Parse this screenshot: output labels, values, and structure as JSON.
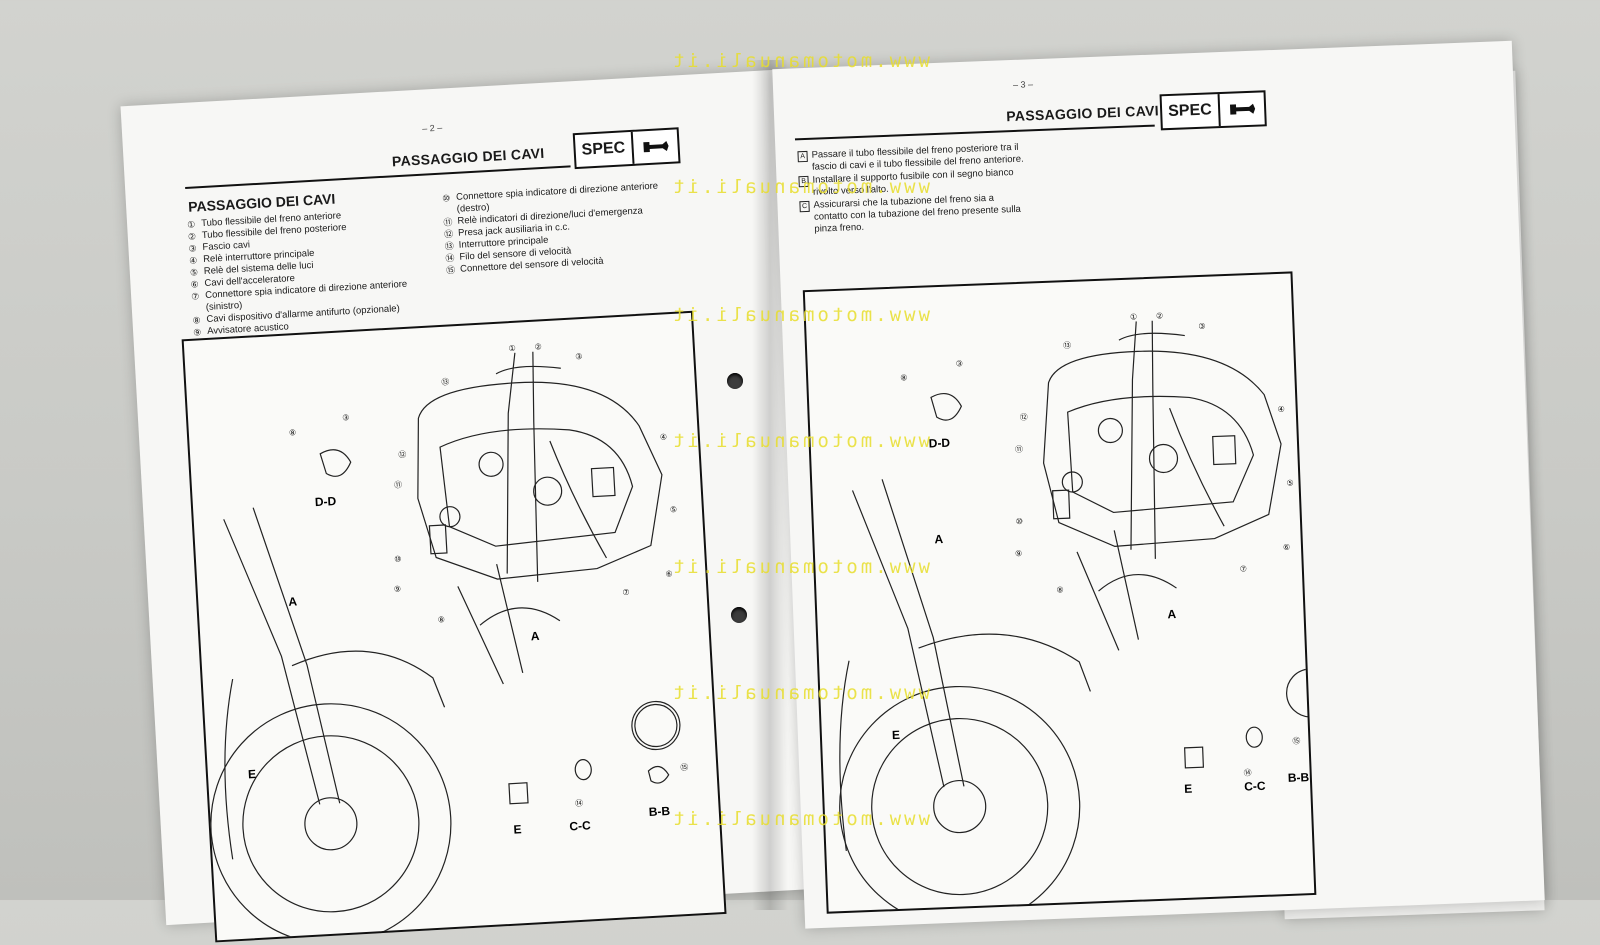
{
  "left_page": {
    "page_number": "– 2 –",
    "section_title": "PASSAGGIO DEI CAVI",
    "spec_label": "SPEC",
    "spec_icon": "wrench-icon",
    "subtitle": "PASSAGGIO DEI CAVI",
    "legend_col1": [
      {
        "n": "①",
        "text": "Tubo flessibile del freno anteriore"
      },
      {
        "n": "②",
        "text": "Tubo flessibile del freno posteriore"
      },
      {
        "n": "③",
        "text": "Fascio cavi"
      },
      {
        "n": "④",
        "text": "Relè interruttore principale"
      },
      {
        "n": "⑤",
        "text": "Relè del sistema delle luci"
      },
      {
        "n": "⑥",
        "text": "Cavi dell'acceleratore"
      },
      {
        "n": "⑦",
        "text": "Connettore spia indicatore di direzione anteriore (sinistro)"
      },
      {
        "n": "⑧",
        "text": "Cavi dispositivo d'allarme antifurto (opzionale)"
      },
      {
        "n": "⑨",
        "text": "Avvisatore acustico"
      }
    ],
    "legend_col2": [
      {
        "n": "⑩",
        "text": "Connettore spia indicatore di direzione anteriore (destro)"
      },
      {
        "n": "⑪",
        "text": "Relè indicatori di direzione/luci d'emergenza"
      },
      {
        "n": "⑫",
        "text": "Presa jack ausiliaria in c.c."
      },
      {
        "n": "⑬",
        "text": "Interruttore principale"
      },
      {
        "n": "⑭",
        "text": "Filo del sensore di velocità"
      },
      {
        "n": "⑮",
        "text": "Connettore del sensore di velocità"
      }
    ],
    "diagram_labels": {
      "dd": "D-D",
      "a": "A",
      "e": "E",
      "cc": "C-C",
      "bb": "B-B",
      "arrow_a": "A",
      "arrow_e": "E"
    }
  },
  "right_page": {
    "page_number": "– 3 –",
    "section_title": "PASSAGGIO DEI CAVI",
    "spec_label": "SPEC",
    "spec_icon": "wrench-icon",
    "notes": [
      {
        "letter": "A",
        "text": "Passare il tubo flessibile del freno posteriore tra il fascio di cavi e il tubo flessibile del freno anteriore."
      },
      {
        "letter": "B",
        "text": "Installare il supporto fusibile con il segno bianco rivolto verso l'alto."
      },
      {
        "letter": "C",
        "text": "Assicurarsi che la tubazione del freno sia a contatto con la tubazione del freno presente sulla pinza freno."
      }
    ],
    "diagram_labels": {
      "dd": "D-D",
      "a": "A",
      "e": "E",
      "cc": "C-C",
      "bb": "B-B",
      "arrow_a": "A",
      "arrow_e": "E"
    }
  },
  "watermark": "www.motomanuali.it"
}
